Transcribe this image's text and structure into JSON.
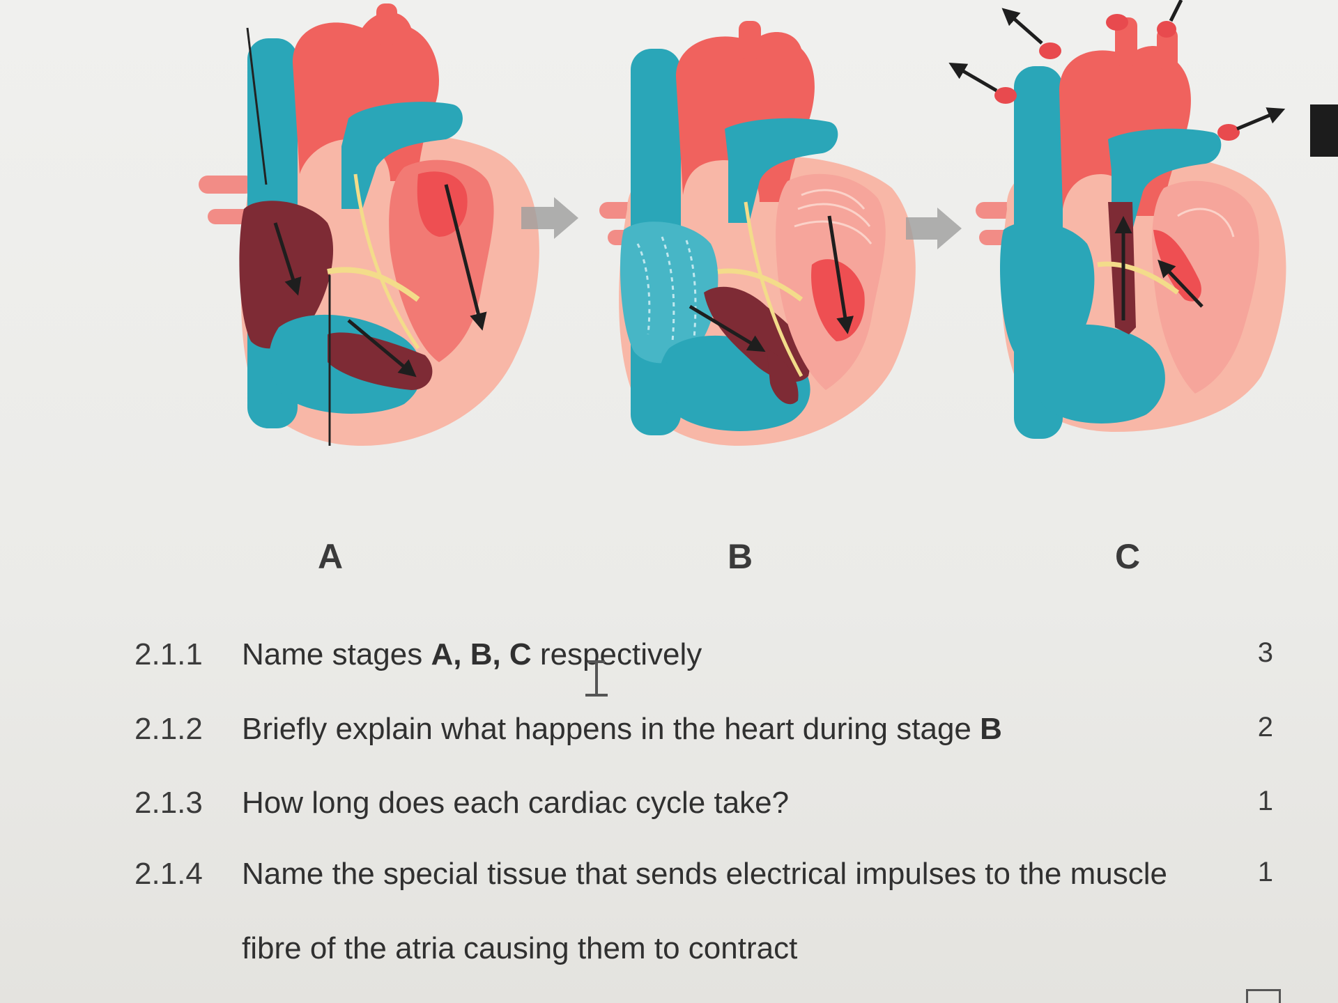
{
  "stages": {
    "a": "A",
    "b": "B",
    "c": "C"
  },
  "questions": [
    {
      "number": "2.1.1",
      "text_pre": "Name stages ",
      "text_bold": "A, B, C",
      "text_post": " respectively",
      "marks": "3"
    },
    {
      "number": "2.1.2",
      "text_pre": "Briefly explain what happens in the heart during stage ",
      "text_bold": "B",
      "text_post": "",
      "marks": "2"
    },
    {
      "number": "2.1.3",
      "text_pre": "How long does each cardiac cycle take?",
      "marks": "1"
    },
    {
      "number": "2.1.4",
      "text_pre": "Name the special tissue that sends electrical impulses to the muscle",
      "text_cont": "fibre of the atria causing them to contract",
      "marks": "1"
    }
  ],
  "colors": {
    "artery_red": "#f0625e",
    "vein_blue": "#2aa6b8",
    "muscle_pink": "#f8b7a7",
    "dark_blood": "#7e2b35",
    "valve_yellow": "#f3dc8a"
  },
  "icons": [
    "text-cursor-icon",
    "arrow-right-icon"
  ]
}
